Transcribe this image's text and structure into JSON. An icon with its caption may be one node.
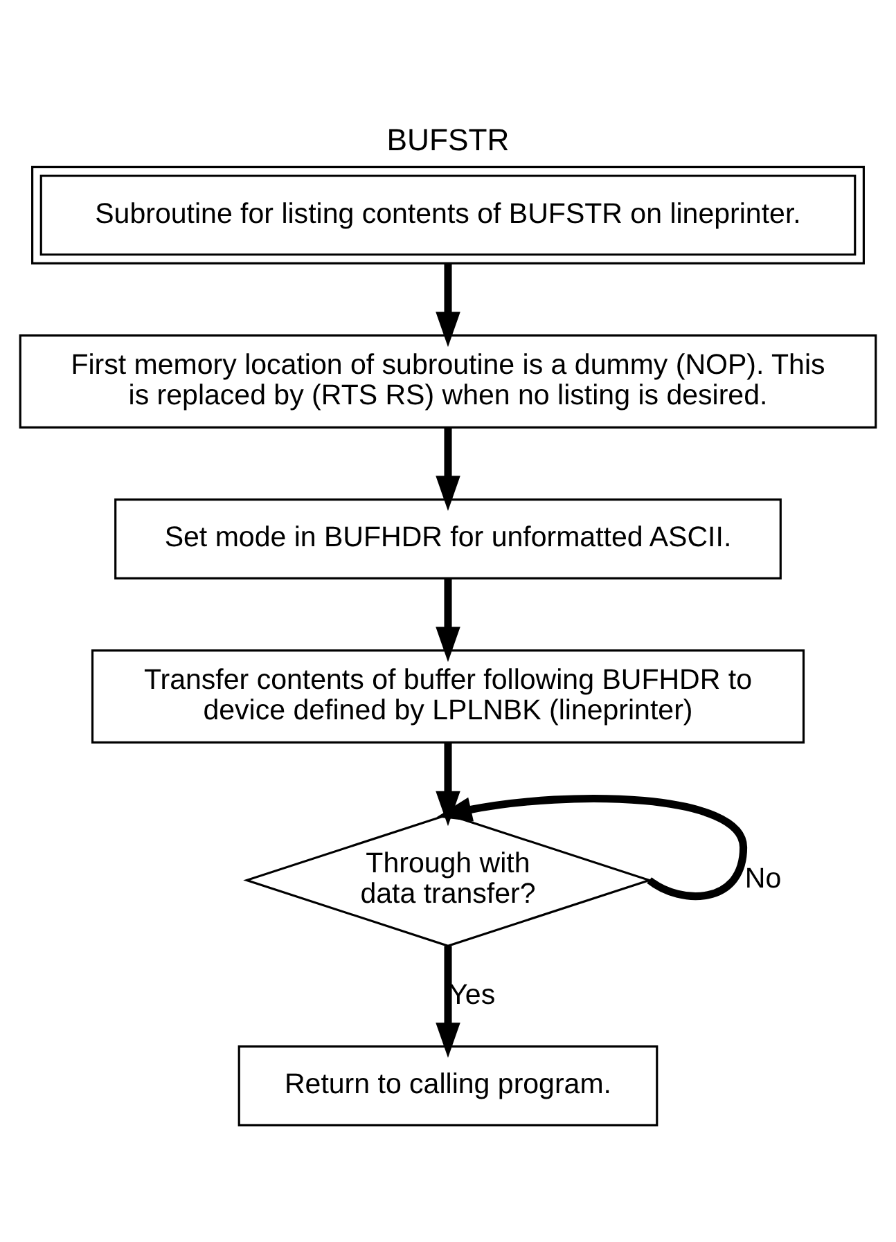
{
  "diagram": {
    "title": "BUFSTR",
    "nodes": [
      {
        "text": [
          "Subroutine for listing contents of BUFSTR on lineprinter."
        ]
      },
      {
        "text": [
          "First memory location of subroutine is a dummy (NOP). This is replaced by (RTS RS) when no listing is desired."
        ]
      },
      {
        "text": [
          "Set mode in BUFHDR for unformatted ASCII."
        ]
      },
      {
        "text": [
          "Transfer contents of buffer following BUFHDR to device defined by LPLNBK (lineprinter)"
        ]
      },
      {
        "text": [
          "Through with data transfer?"
        ]
      },
      {
        "text": [
          "Return to calling program."
        ]
      }
    ],
    "edges": [
      {
        "from": 0,
        "to": 1,
        "arrow": "to"
      },
      {
        "from": 1,
        "to": 2,
        "arrow": "to"
      },
      {
        "from": 2,
        "to": 3,
        "arrow": "to"
      },
      {
        "from": 3,
        "to": 4,
        "arrow": "to"
      },
      {
        "from": 4,
        "to": 4,
        "arrow": "to",
        "label": "No"
      },
      {
        "from": 4,
        "to": 5,
        "arrow": "to",
        "label": "Yes"
      }
    ]
  }
}
